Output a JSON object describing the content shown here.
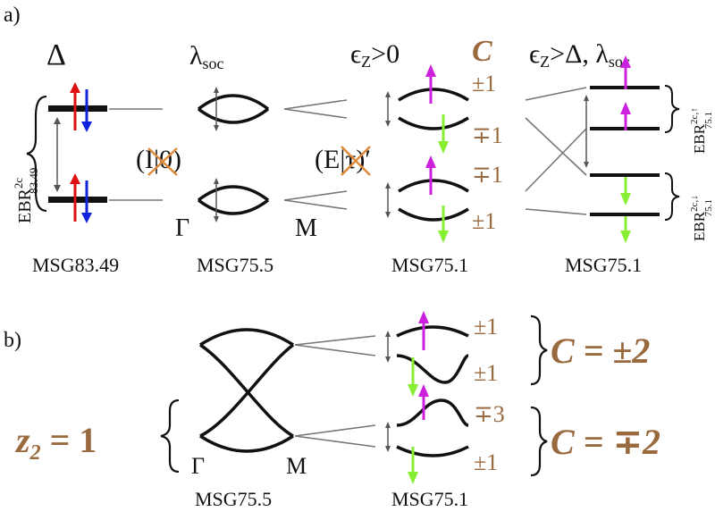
{
  "panel_a": {
    "label": "a)",
    "delta": "Δ",
    "ebr_left": "EBR",
    "ebr_left_sup": "2c",
    "ebr_left_sub": "83.49",
    "lambda_soc": "λ",
    "lambda_soc_sub": "soc",
    "broken_sym_1": "(I|0)",
    "broken_sym_2": "(E|τ)′",
    "gamma": "Γ",
    "m": "M",
    "ez_gt0": "ϵ",
    "ez_gt0_sub": "Z",
    "ez_gt0_rest": ">0",
    "chern": "C",
    "ez_gt_delta": "ϵ",
    "ez_gt_delta_sub": "Z",
    "ez_gt_delta_rest": ">Δ, λ",
    "ez_gt_delta_rest_sub": "soc",
    "chern_values": [
      "±1",
      "∓1",
      "∓1",
      "±1"
    ],
    "ebr_right_up": "EBR",
    "ebr_right_up_sup": "2c,↑",
    "ebr_right_up_sub": "75.1",
    "ebr_right_down": "EBR",
    "ebr_right_down_sup": "2c,↓",
    "ebr_right_down_sub": "75.1",
    "groups": [
      "MSG83.49",
      "MSG75.5",
      "MSG75.1",
      "MSG75.1"
    ]
  },
  "panel_b": {
    "label": "b)",
    "z2": "z",
    "z2_sub": "2",
    "z2_rest": " = 1",
    "gamma": "Γ",
    "m": "M",
    "chern_values": [
      "±1",
      "±1",
      "∓3",
      "±1"
    ],
    "chern_top": "C = ±2",
    "chern_bottom": "C = ∓2",
    "groups": [
      "MSG75.5",
      "MSG75.1"
    ]
  },
  "colors": {
    "band": "#111111",
    "brown": "#9a6a3f",
    "magenta": "#cc22dd",
    "green": "#88ee33",
    "red": "#dd1111",
    "blue": "#1122dd",
    "orange_cross": "#e08a3a"
  }
}
